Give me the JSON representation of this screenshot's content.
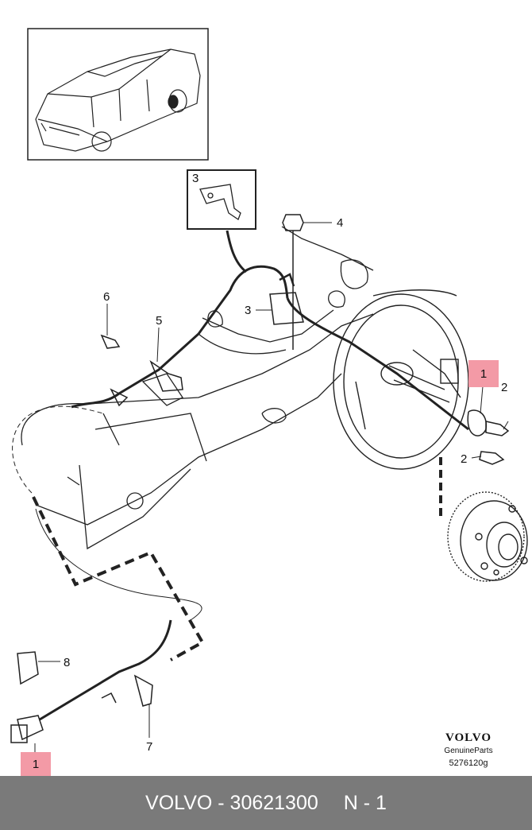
{
  "callouts": {
    "box3": "3",
    "c4": "4",
    "c3": "3",
    "c6": "6",
    "c5": "5",
    "c1_right": "1",
    "c2_top": "2",
    "c2_bottom": "2",
    "c8": "8",
    "c7": "7",
    "c1_left": "1"
  },
  "brand": {
    "logo": "VOLVO",
    "sub": "GenuineParts",
    "code": "5276120g"
  },
  "footer": {
    "part_label": "VOLVO - 30621300",
    "qty_label": "N - 1"
  },
  "colors": {
    "highlight": "#f39aa6",
    "footer_bg": "#7a7a7a",
    "footer_text": "#ffffff"
  }
}
